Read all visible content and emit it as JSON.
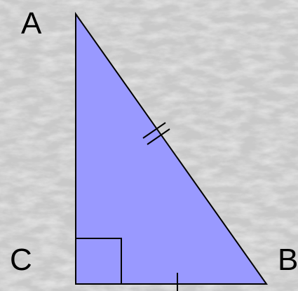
{
  "diagram": {
    "vertices": {
      "a": "A",
      "b": "B",
      "c": "C"
    },
    "colors": {
      "background": "#d9d9d9",
      "triangle_fill": "#9999ff",
      "stroke": "#000000",
      "label": "#000000"
    },
    "marks": {
      "right_angle_at": "C",
      "hypotenuse_tick_count": 2,
      "leg_cb_tick_count": 1
    }
  }
}
